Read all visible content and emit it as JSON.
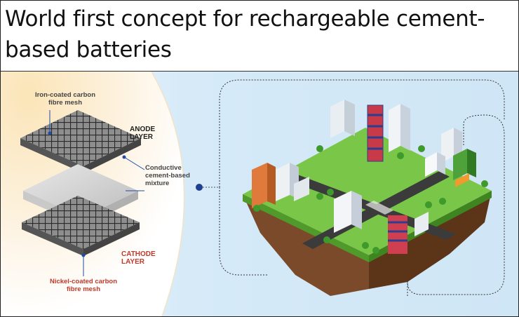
{
  "title": "World first concept for rechargeable cement-based batteries",
  "labels": {
    "iron_mesh": "Iron-coated carbon fibre mesh",
    "anode": "ANODE LAYER",
    "conductive": "Conductive cement-based mixture",
    "cathode": "CATHODE LAYER",
    "nickel_mesh": "Nickel-coated carbon fibre mesh"
  },
  "colors": {
    "accent_blue": "#1f4aa8",
    "cathode_red": "#c0392b",
    "sky": "#d8ecf8",
    "grass": "#6fbf3f",
    "soil": "#7a4a2a"
  }
}
